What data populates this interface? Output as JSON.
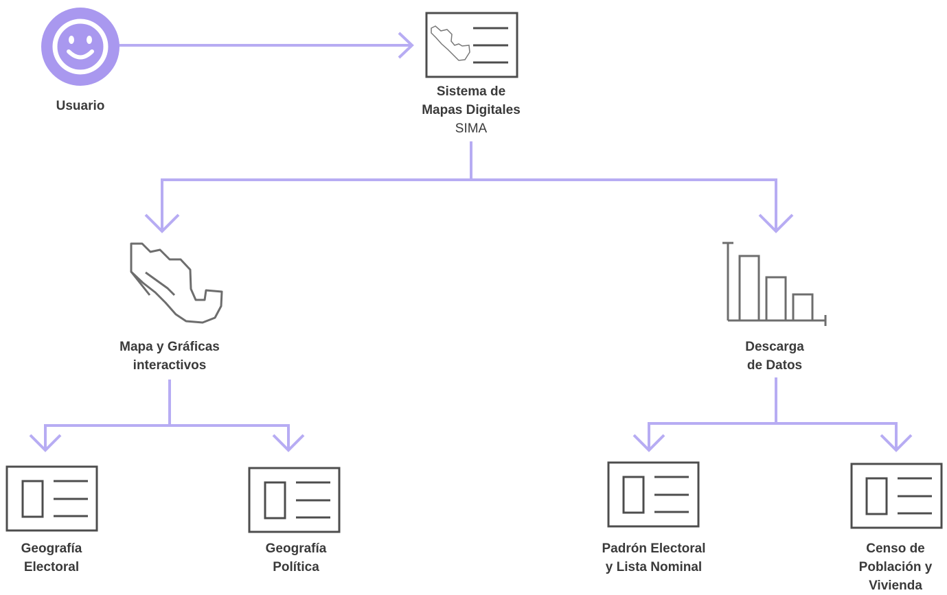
{
  "colors": {
    "connector": "#b7acf3",
    "icon_stroke": "#4d4d4d",
    "user_fill": "#a998ef",
    "text": "#3a3a3a"
  },
  "nodes": {
    "user": {
      "icon": "smiley-face-icon",
      "label": "Usuario"
    },
    "sima": {
      "icon": "map-document-icon",
      "title_line1": "Sistema de",
      "title_line2": "Mapas Digitales",
      "subtitle": "SIMA"
    },
    "maps": {
      "icon": "mexico-map-icon",
      "line1": "Mapa y Gráficas",
      "line2": "interactivos"
    },
    "download": {
      "icon": "bar-chart-icon",
      "line1": "Descarga",
      "line2": "de Datos"
    },
    "geo_electoral": {
      "icon": "document-card-icon",
      "line1": "Geografía",
      "line2": "Electoral"
    },
    "geo_politica": {
      "icon": "document-card-icon",
      "line1": "Geografía",
      "line2": "Política"
    },
    "padron": {
      "icon": "document-card-icon",
      "line1": "Padrón Electoral",
      "line2": "y Lista Nominal"
    },
    "censo": {
      "icon": "document-card-icon",
      "line1": "Censo de",
      "line2": "Población y",
      "line3": "Vivienda"
    }
  }
}
